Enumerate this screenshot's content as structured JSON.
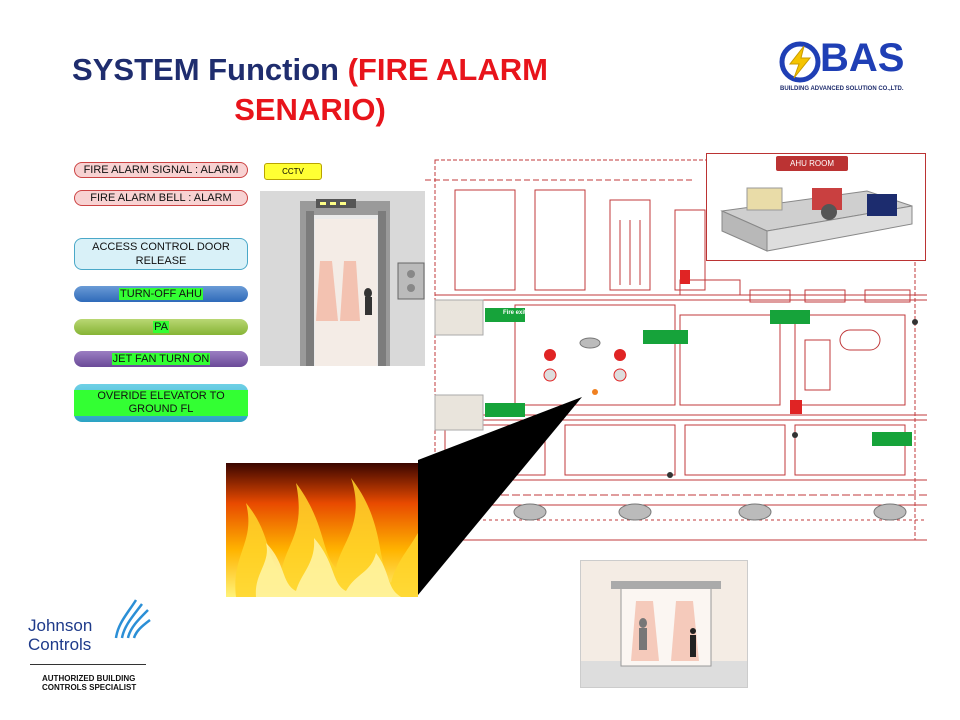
{
  "title": {
    "part1": "SYSTEM  Function ",
    "part2": "(FIRE ALARM",
    "part3": "SENARIO)"
  },
  "brand": {
    "name": "BAS",
    "subtitle": "BUILDING ADVANCED SOLUTION CO.,LTD.",
    "colors": {
      "blue": "#1f3fb5",
      "yellow": "#f5c400"
    }
  },
  "status_buttons": [
    {
      "label": "FIRE ALARM  SIGNAL : ALARM"
    },
    {
      "label": "FIRE ALARM  BELL  : ALARM"
    }
  ],
  "action_buttons": {
    "access_control": "ACCESS  CONTROL  DOOR RELEASE",
    "turn_off_ahu": "TURN-OFF  AHU",
    "pa": "PA",
    "jet_fan": "JET  FAN  TURN  ON",
    "elevator": "OVERIDE ELEVATOR  TO GROUND  FL"
  },
  "cctv_label": "CCTV",
  "ahu_room_label": "AHU ROOM",
  "exit_sign_label": "Fire exit",
  "johnson": {
    "line1": "Johnson",
    "line2": "Controls",
    "tag1": "AUTHORIZED  BUILDING",
    "tag2": "CONTROLS  SPECIALIST"
  }
}
